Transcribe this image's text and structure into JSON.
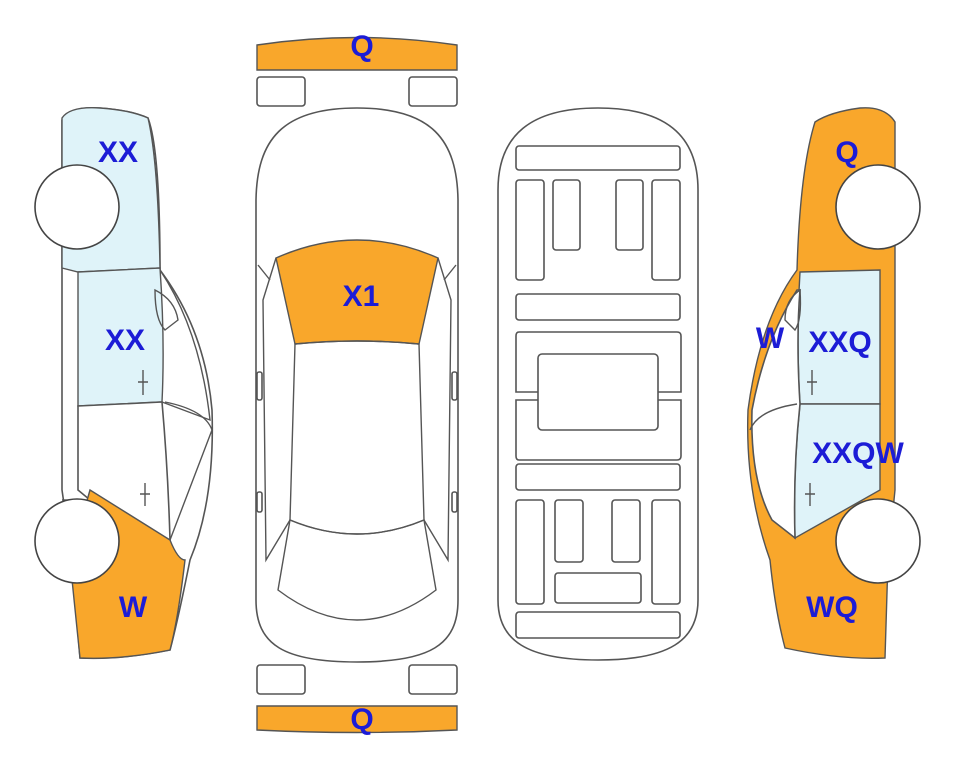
{
  "colors": {
    "orange": "#f9a72b",
    "blue": "#dff3f9",
    "white": "#ffffff",
    "outline": "#555555",
    "label": "#1c1cd6"
  },
  "labels": {
    "front_bumper": "Q",
    "rear_bumper": "Q",
    "windshield": "X1",
    "left_front_fender": "XX",
    "left_front_door": "XX",
    "left_rear_quarter": "W",
    "right_front_fender": "Q",
    "right_front_pillar": "W",
    "right_front_door": "XXQ",
    "right_rear_door": "XXQW",
    "right_rear_quarter": "WQ"
  }
}
